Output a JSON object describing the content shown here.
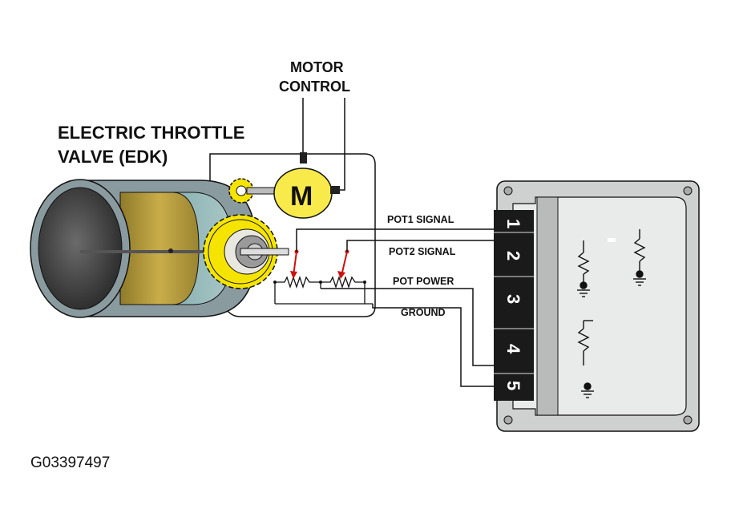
{
  "title_line1": "ELECTRIC THROTTLE",
  "title_line2": "VALVE (EDK)",
  "motor_control_line1": "MOTOR",
  "motor_control_line2": "CONTROL",
  "motor_symbol": "M",
  "signals": {
    "pot1": "POT1 SIGNAL",
    "pot2": "POT2 SIGNAL",
    "pot_power": "POT POWER",
    "ground": "GROUND"
  },
  "pins": [
    "1",
    "2",
    "3",
    "4",
    "5"
  ],
  "figure_code": "G03397497",
  "colors": {
    "throttle_bore": "#7d8a90",
    "throttle_plate": "#b49a3a",
    "gear": "#f5e400",
    "motor": "#f7ea4a",
    "wiper": "#cc1111",
    "ecu_body": "#cfd0d0",
    "ecu_pins": "#1a1a1a"
  }
}
